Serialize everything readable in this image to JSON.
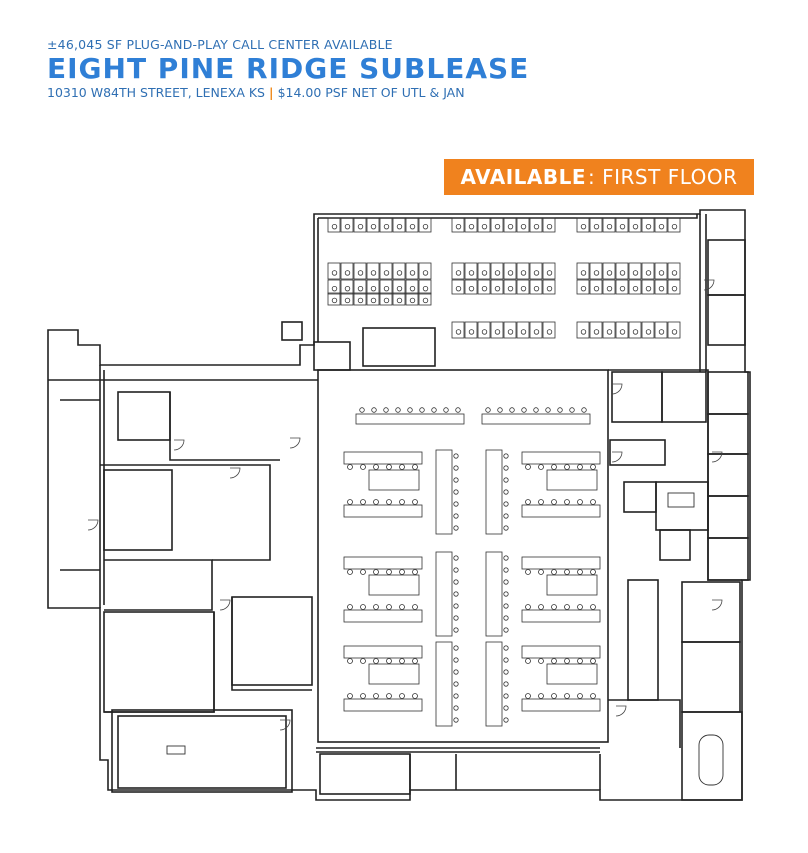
{
  "header": {
    "kicker": "±46,045 SF PLUG-AND-PLAY CALL CENTER AVAILABLE",
    "title": "EIGHT PINE RIDGE SUBLEASE",
    "address": "10310 W84TH STREET, LENEXA KS",
    "separator": "|",
    "price": "$14.00 PSF NET OF UTL & JAN"
  },
  "badge": {
    "strong": "AVAILABLE",
    "rest": ": FIRST FLOOR"
  },
  "colors": {
    "title_blue": "#2f7fd6",
    "text_blue": "#2f6fb3",
    "accent_orange": "#f0821e",
    "plan_line": "#222222"
  }
}
